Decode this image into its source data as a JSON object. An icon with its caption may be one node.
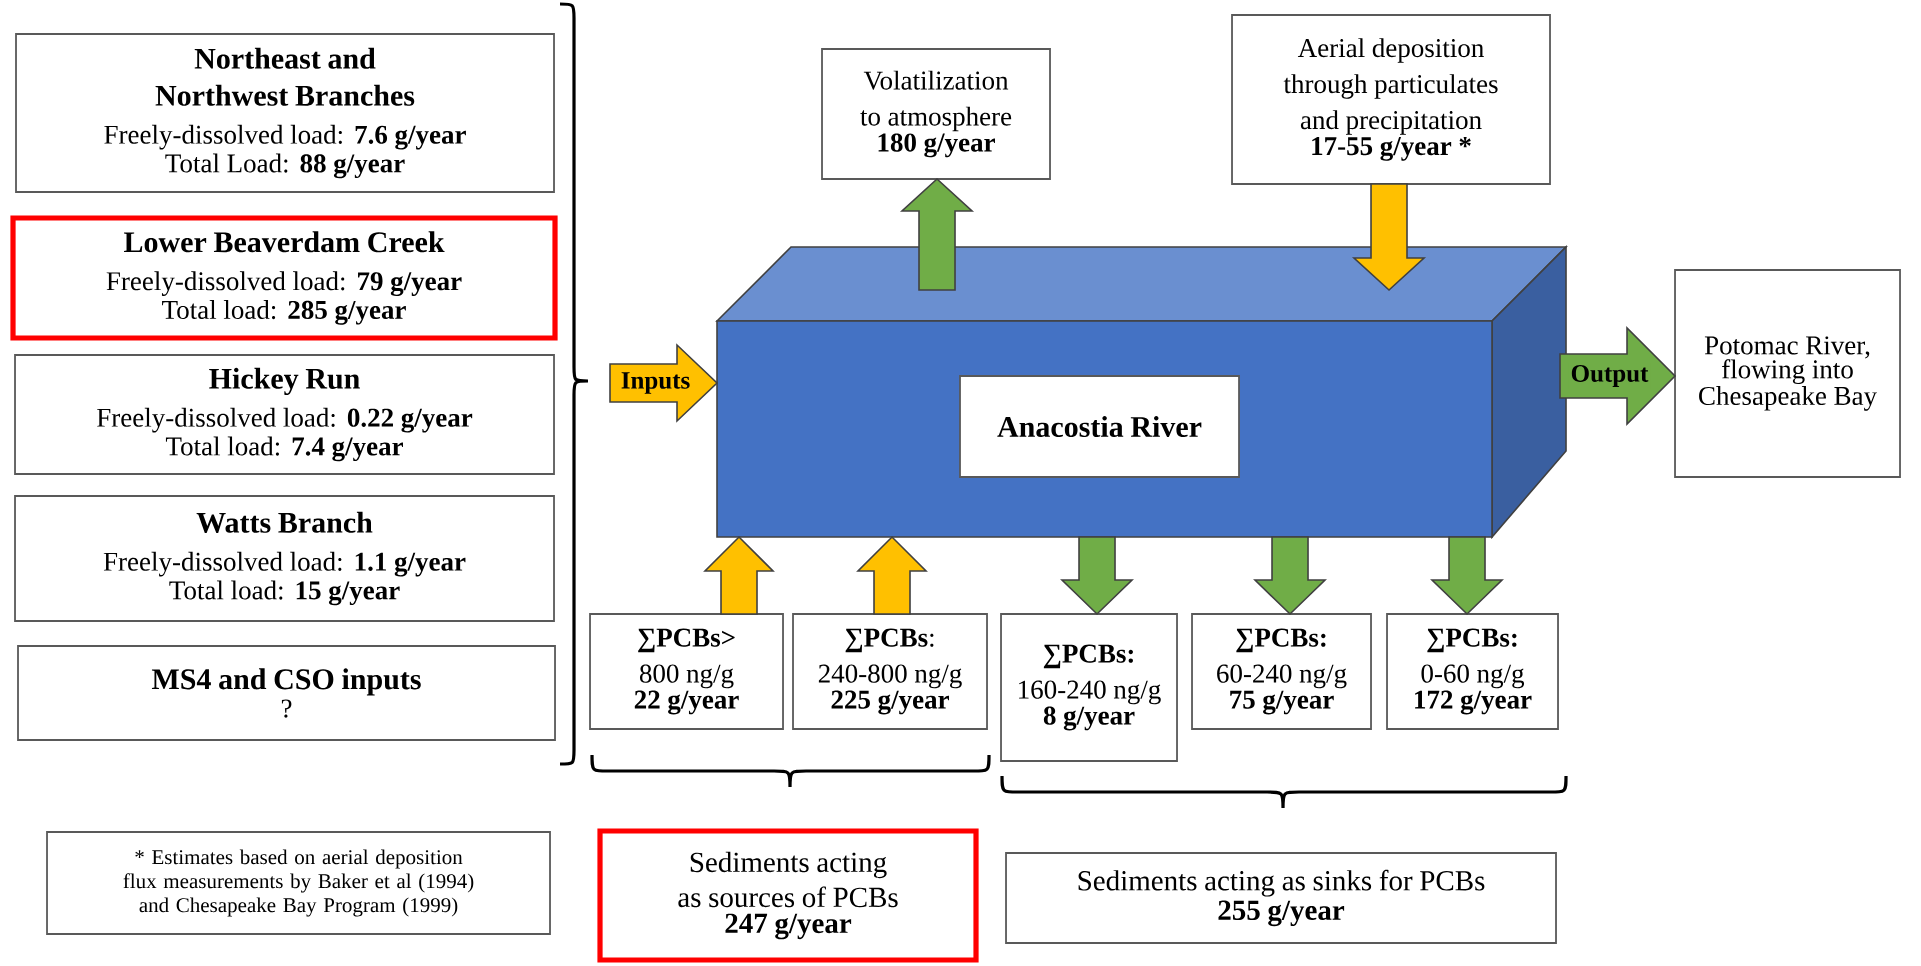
{
  "diagram": {
    "nodes": [
      {
        "text": [
          "Northeast and Northwest Branches",
          "Freely-dissolved load: **7.6 g/year**",
          "Total Load: **88 g/year**"
        ]
      },
      {
        "text": [
          "Lower Beaverdam Creek",
          "Freely-dissolved load: **79 g/year**",
          "Total load: **285 g/year**"
        ]
      },
      {
        "text": [
          "Hickey Run",
          "Freely-dissolved load: **0.22 g/year**",
          "Total load: **7.4 g/year**"
        ]
      },
      {
        "text": [
          "Watts Branch",
          "Freely-dissolved load: **1.1 g/year**",
          "Total load: **15 g/year**"
        ]
      },
      {
        "text": [
          "MS4 and CSO inputs",
          "?"
        ]
      },
      {
        "text": [],
        "shape": "box"
      },
      {
        "text": [
          "Anacostia River"
        ],
        "in": 5
      },
      {
        "text": [
          "Volatilization to atmosphere",
          "180 g/year"
        ]
      },
      {
        "text": [
          "Aerial deposition through particulates and precipitation",
          "17-55 g/year *"
        ]
      },
      {
        "text": [
          "Potomac River, flowing into Chesapeake Bay"
        ]
      },
      {
        "text": [
          "**∑PCBs>** 800 ng/g",
          "22 g/year"
        ]
      },
      {
        "text": [
          "**∑PCBs**: 240-800 ng/g",
          "225 g/year"
        ]
      },
      {
        "text": [
          "**∑PCBs:** 160-240 ng/g",
          "8 g/year"
        ]
      },
      {
        "text": [
          "**∑PCBs:** 60-240 ng/g",
          "75 g/year"
        ]
      },
      {
        "text": [
          "**∑PCBs:** 0-60 ng/g",
          "172 g/year"
        ]
      },
      {
        "text": [
          "Sediments acting as sources of PCBs",
          "247 g/year"
        ]
      },
      {
        "text": [
          "Sediments acting as sinks for PCBs",
          "255 g/year"
        ]
      },
      {
        "text": [
          "* Estimates based on aerial deposition flux measurements by Baker et al (1994) and Chesapeake Bay Program (1999)"
        ]
      }
    ],
    "edges": [
      {
        "from": 5,
        "to": 7,
        "arrow": "to"
      },
      {
        "from": 8,
        "to": 5,
        "arrow": "to",
        "color": "#ffc000"
      },
      {
        "from": null,
        "to": 5,
        "arrow": "to",
        "label": "Inputs",
        "color": "#ffc000"
      },
      {
        "from": 5,
        "to": 9,
        "arrow": "to",
        "label": "Output"
      },
      {
        "from": 10,
        "to": 5,
        "arrow": "to",
        "color": "#ffc000"
      },
      {
        "from": 11,
        "to": 5,
        "arrow": "to",
        "color": "#ffc000"
      },
      {
        "from": 5,
        "to": 12,
        "arrow": "to"
      },
      {
        "from": 5,
        "to": 13,
        "arrow": "to"
      },
      {
        "from": 5,
        "to": 14,
        "arrow": "to"
      }
    ]
  }
}
